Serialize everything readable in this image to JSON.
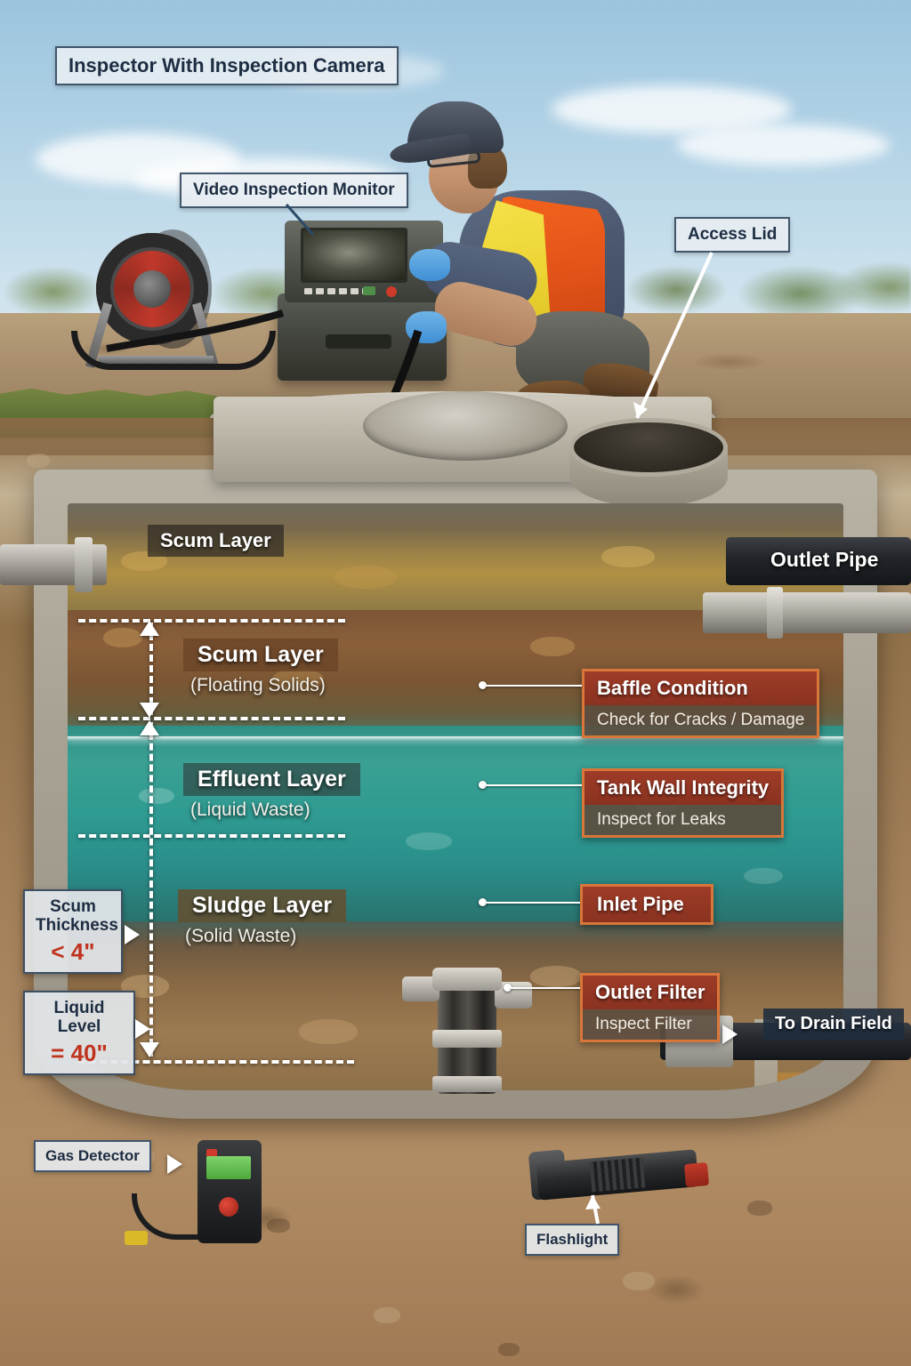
{
  "title": {
    "text": "Inspector With Inspection Camera"
  },
  "scene": {
    "equipment_labels": [
      {
        "id": "video-inspection-monitor",
        "text": "Video Inspection Monitor"
      },
      {
        "id": "access-lid",
        "text": "Access Lid"
      },
      {
        "id": "gas-detector",
        "text": "Gas Detector"
      },
      {
        "id": "flashlight",
        "text": "Flashlight"
      }
    ],
    "pipe_labels": [
      {
        "id": "outlet-pipe",
        "text": "Outlet Pipe"
      },
      {
        "id": "to-drain-field",
        "text": "To Drain Field"
      },
      {
        "id": "scum-layer-top",
        "text": "Scum Layer"
      }
    ]
  },
  "layers": [
    {
      "id": "scum",
      "name": "Scum Layer",
      "sub": "(Floating Solids)"
    },
    {
      "id": "effluent",
      "name": "Effluent Layer",
      "sub": "(Liquid Waste)"
    },
    {
      "id": "sludge",
      "name": "Sludge Layer",
      "sub": "(Solid Waste)"
    }
  ],
  "inspection_points": [
    {
      "id": "baffle-condition",
      "title": "Baffle Condition",
      "detail": "Check for Cracks / Damage"
    },
    {
      "id": "tank-wall-integrity",
      "title": "Tank Wall Integrity",
      "detail": "Inspect for Leaks"
    },
    {
      "id": "inlet-pipe",
      "title": "Inlet Pipe",
      "detail": ""
    },
    {
      "id": "outlet-filter",
      "title": "Outlet Filter",
      "detail": "Inspect Filter"
    }
  ],
  "measurements": [
    {
      "id": "scum-thickness",
      "label_line1": "Scum",
      "label_line2": "Thickness",
      "value": "< 4\""
    },
    {
      "id": "liquid-level",
      "label_line1": "Liquid Level",
      "label_line2": "",
      "value": "= 40\""
    }
  ],
  "colors": {
    "accent_orange": "#d9763a",
    "callout_header": "#9e3c28",
    "measure_value": "#c0331e",
    "label_navy": "#1d2d42",
    "effluent": "#2f9b92",
    "scum": "#7d5636",
    "sludge": "#8a6a45"
  }
}
